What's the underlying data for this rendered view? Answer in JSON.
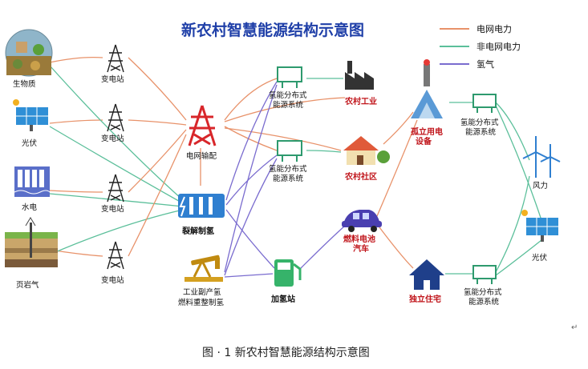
{
  "title": "新农村智慧能源结构示意图",
  "legend": {
    "grid": {
      "label": "电网电力",
      "color": "#e8926a"
    },
    "non_grid": {
      "label": "非电网电力",
      "color": "#5bbf9a"
    },
    "hydrogen": {
      "label": "氢气",
      "color": "#7a6ccf"
    }
  },
  "sources": {
    "biomass": "生物质",
    "solar": "光伏",
    "hydro": "水电",
    "shale": "页岩气"
  },
  "substations": [
    "变电站",
    "变电站",
    "变电站",
    "变电站"
  ],
  "middle": {
    "grid_transmission": "电网输配",
    "electrolysis": "裂解制氢",
    "industrial_h2": [
      "工业副产氢",
      "燃料重整制氢"
    ]
  },
  "h2_system_1": [
    "氢能分布式",
    "能源系统"
  ],
  "h2_system_2": [
    "氢能分布式",
    "能源系统"
  ],
  "rural_industry": "农村工业",
  "rural_community": "农村社区",
  "fuel_cell_car": [
    "燃料电池",
    "汽车"
  ],
  "h2_station": "加氢站",
  "isolated_equipment": [
    "孤立用电",
    "设备"
  ],
  "h2_system_3": [
    "氢能分布式",
    "能源系统"
  ],
  "independent_home": "独立住宅",
  "h2_system_4": [
    "氢能分布式",
    "能源系统"
  ],
  "wind": "风力",
  "solar_right": "光伏",
  "caption": "图 · 1 新农村智慧能源结构示意图",
  "return_mark": "↵"
}
